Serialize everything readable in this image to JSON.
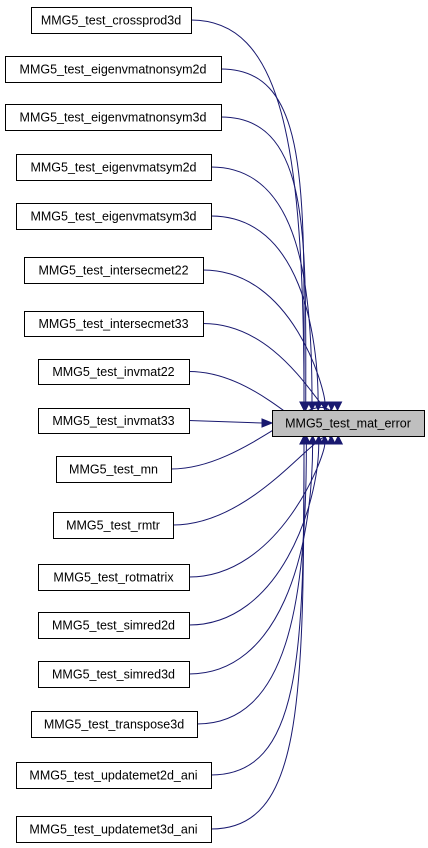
{
  "graph": {
    "target": "MMG5_test_mat_error",
    "callers": [
      "MMG5_test_crossprod3d",
      "MMG5_test_eigenvmatnonsym2d",
      "MMG5_test_eigenvmatnonsym3d",
      "MMG5_test_eigenvmatsym2d",
      "MMG5_test_eigenvmatsym3d",
      "MMG5_test_intersecmet22",
      "MMG5_test_intersecmet33",
      "MMG5_test_invmat22",
      "MMG5_test_invmat33",
      "MMG5_test_mn",
      "MMG5_test_rmtr",
      "MMG5_test_rotmatrix",
      "MMG5_test_simred2d",
      "MMG5_test_simred3d",
      "MMG5_test_transpose3d",
      "MMG5_test_updatemet2d_ani",
      "MMG5_test_updatemet3d_ani"
    ],
    "edge_color": "#191970",
    "target_fill": "#bfbfbf"
  }
}
